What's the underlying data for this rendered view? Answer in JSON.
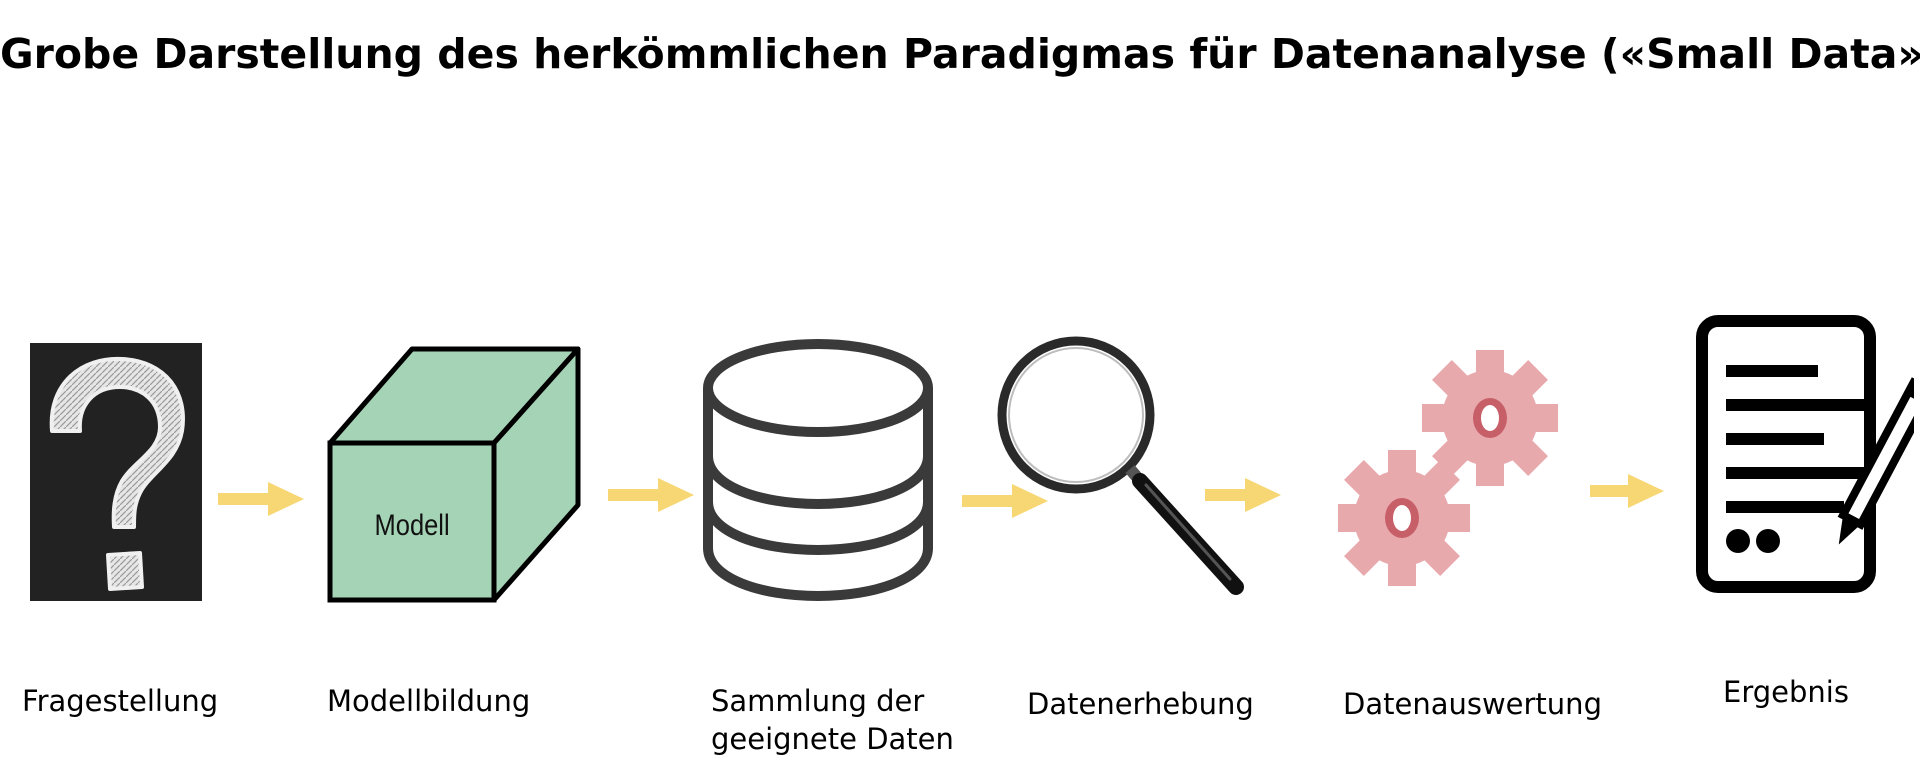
{
  "diagram": {
    "title": "Grobe Darstellung des herkömmlichen Paradigmas für Datenanalyse («Small Data»)",
    "steps": [
      {
        "label": "Fragestellung",
        "icon": "question-mark-icon"
      },
      {
        "label": "Modellbildung",
        "icon": "model-cube-icon",
        "icon_text": "Modell"
      },
      {
        "label_line1": "Sammlung der",
        "label_line2": "geeignete Daten",
        "icon": "database-icon"
      },
      {
        "label": "Datenerhebung",
        "icon": "magnifying-glass-icon"
      },
      {
        "label": "Datenauswertung",
        "icon": "gears-icon"
      },
      {
        "label": "Ergebnis",
        "icon": "document-pen-icon"
      }
    ],
    "colors": {
      "arrow": "#f7d774",
      "cube_fill": "#a5d3b6",
      "gear_fill": "#e8a9ad",
      "gear_center": "#c75f68",
      "chalkboard": "#1e1e1e"
    }
  }
}
